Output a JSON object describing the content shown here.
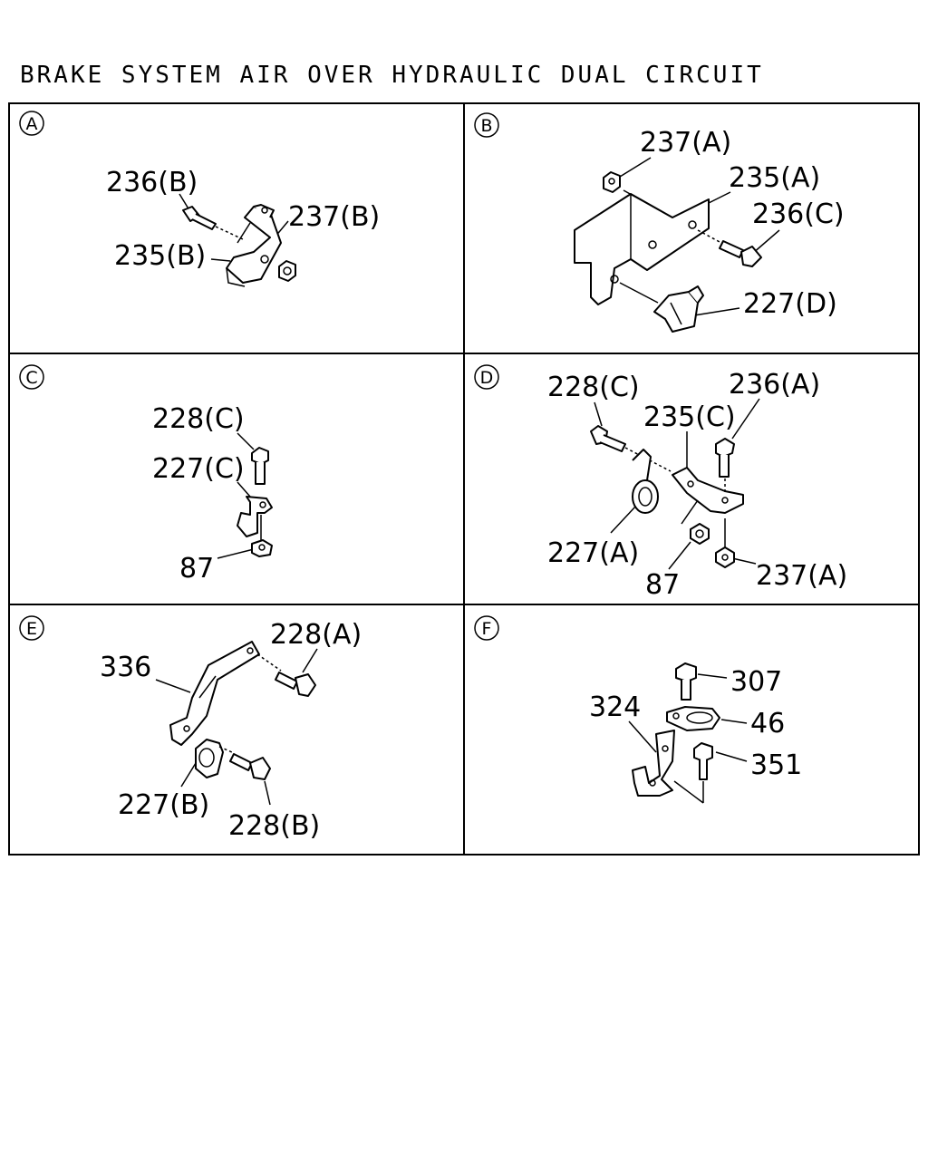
{
  "title": "BRAKE SYSTEM AIR OVER HYDRAULIC DUAL CIRCUIT",
  "panels": {
    "a": {
      "letter": "A",
      "labels": [
        "236(B)",
        "237(B)",
        "235(B)"
      ]
    },
    "b": {
      "letter": "B",
      "labels": [
        "237(A)",
        "235(A)",
        "236(C)",
        "227(D)"
      ]
    },
    "c": {
      "letter": "C",
      "labels": [
        "228(C)",
        "227(C)",
        "87"
      ]
    },
    "d": {
      "letter": "D",
      "labels": [
        "228(C)",
        "236(A)",
        "235(C)",
        "227(A)",
        "87",
        "237(A)"
      ]
    },
    "e": {
      "letter": "E",
      "labels": [
        "228(A)",
        "336",
        "227(B)",
        "228(B)"
      ]
    },
    "f": {
      "letter": "F",
      "labels": [
        "307",
        "324",
        "46",
        "351"
      ]
    }
  }
}
